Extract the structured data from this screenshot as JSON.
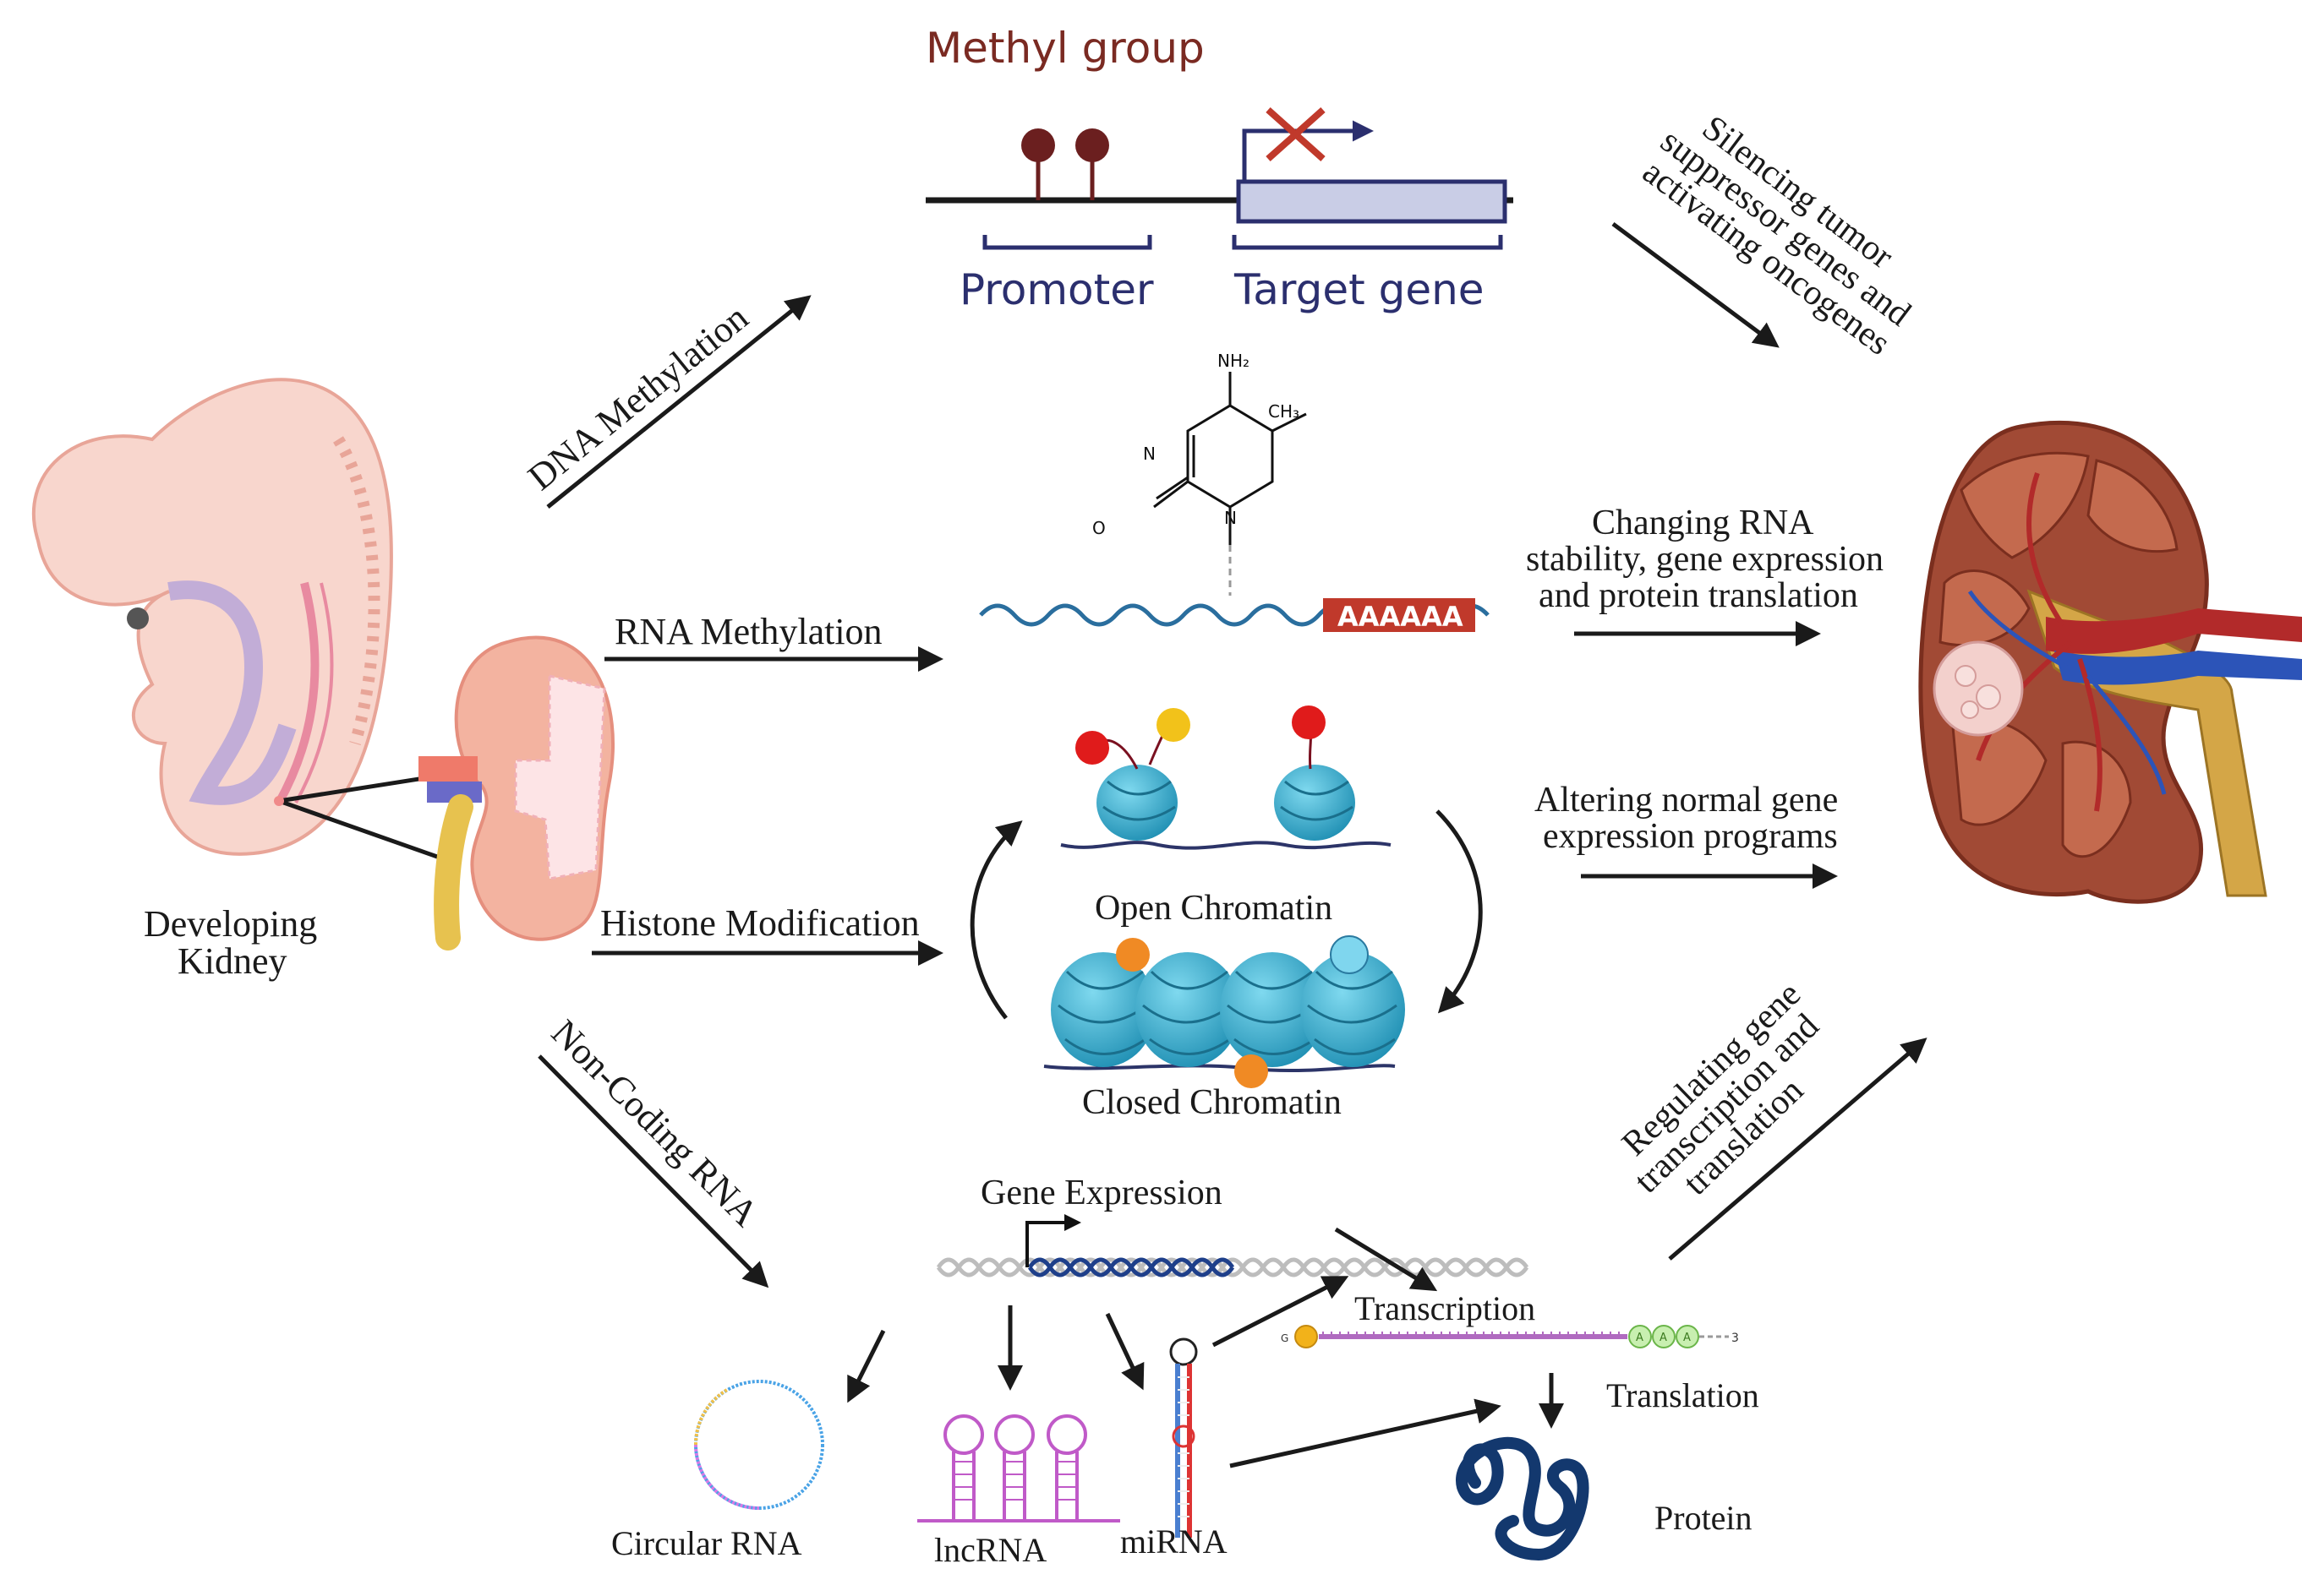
{
  "labels": {
    "methyl_group": "Methyl group",
    "promoter": "Promoter",
    "target_gene": "Target gene",
    "dna_methylation": "DNA Methylation",
    "rna_methylation": "RNA Methylation",
    "histone_modification": "Histone Modification",
    "non_coding_rna": "Non-Coding RNA",
    "developing_kidney_line1": "Developing",
    "developing_kidney_line2": "Kidney",
    "nh2": "NH₂",
    "ch3": "CH₃",
    "n_label": "N",
    "o_label": "O",
    "poly_a": "AAAAAA",
    "open_chromatin": "Open Chromatin",
    "closed_chromatin": "Closed Chromatin",
    "gene_expression": "Gene Expression",
    "transcription": "Transcription",
    "translation": "Translation",
    "protein": "Protein",
    "circular_rna": "Circular RNA",
    "lncrna": "lncRNA",
    "mirna": "miRNA",
    "g_label": "G",
    "three_label": "3",
    "a_label": "A"
  },
  "effects": {
    "silencing": [
      "Silencing tumor",
      "suppressor genes and",
      "activating oncogenes"
    ],
    "rna_stability": [
      "Changing RNA",
      "stability, gene expression",
      "and protein translation"
    ],
    "altering": [
      "Altering normal gene",
      "expression programs"
    ],
    "regulating": [
      "Regulating gene",
      "transcription and",
      "translation"
    ]
  },
  "colors": {
    "arrow": "#1a1a1a",
    "methyl": "#6b1f1f",
    "promoter_text": "#2b2f6e",
    "gene_box": "#c9cde6",
    "poly_a_bg": "#c0392b",
    "rna_wave": "#2a6e9e",
    "nucleosome": "#2aa3c7",
    "mark_red": "#e01b1b",
    "mark_yellow": "#f2c21a",
    "mark_orange": "#f08a24",
    "mark_cyan": "#7fd6ee",
    "lnc": "#c05ac8",
    "protein": "#13386e",
    "kidney_pink": "#f3b3a0",
    "kidney_brown": "#a14a35",
    "embryo": "#f8d6cd"
  }
}
